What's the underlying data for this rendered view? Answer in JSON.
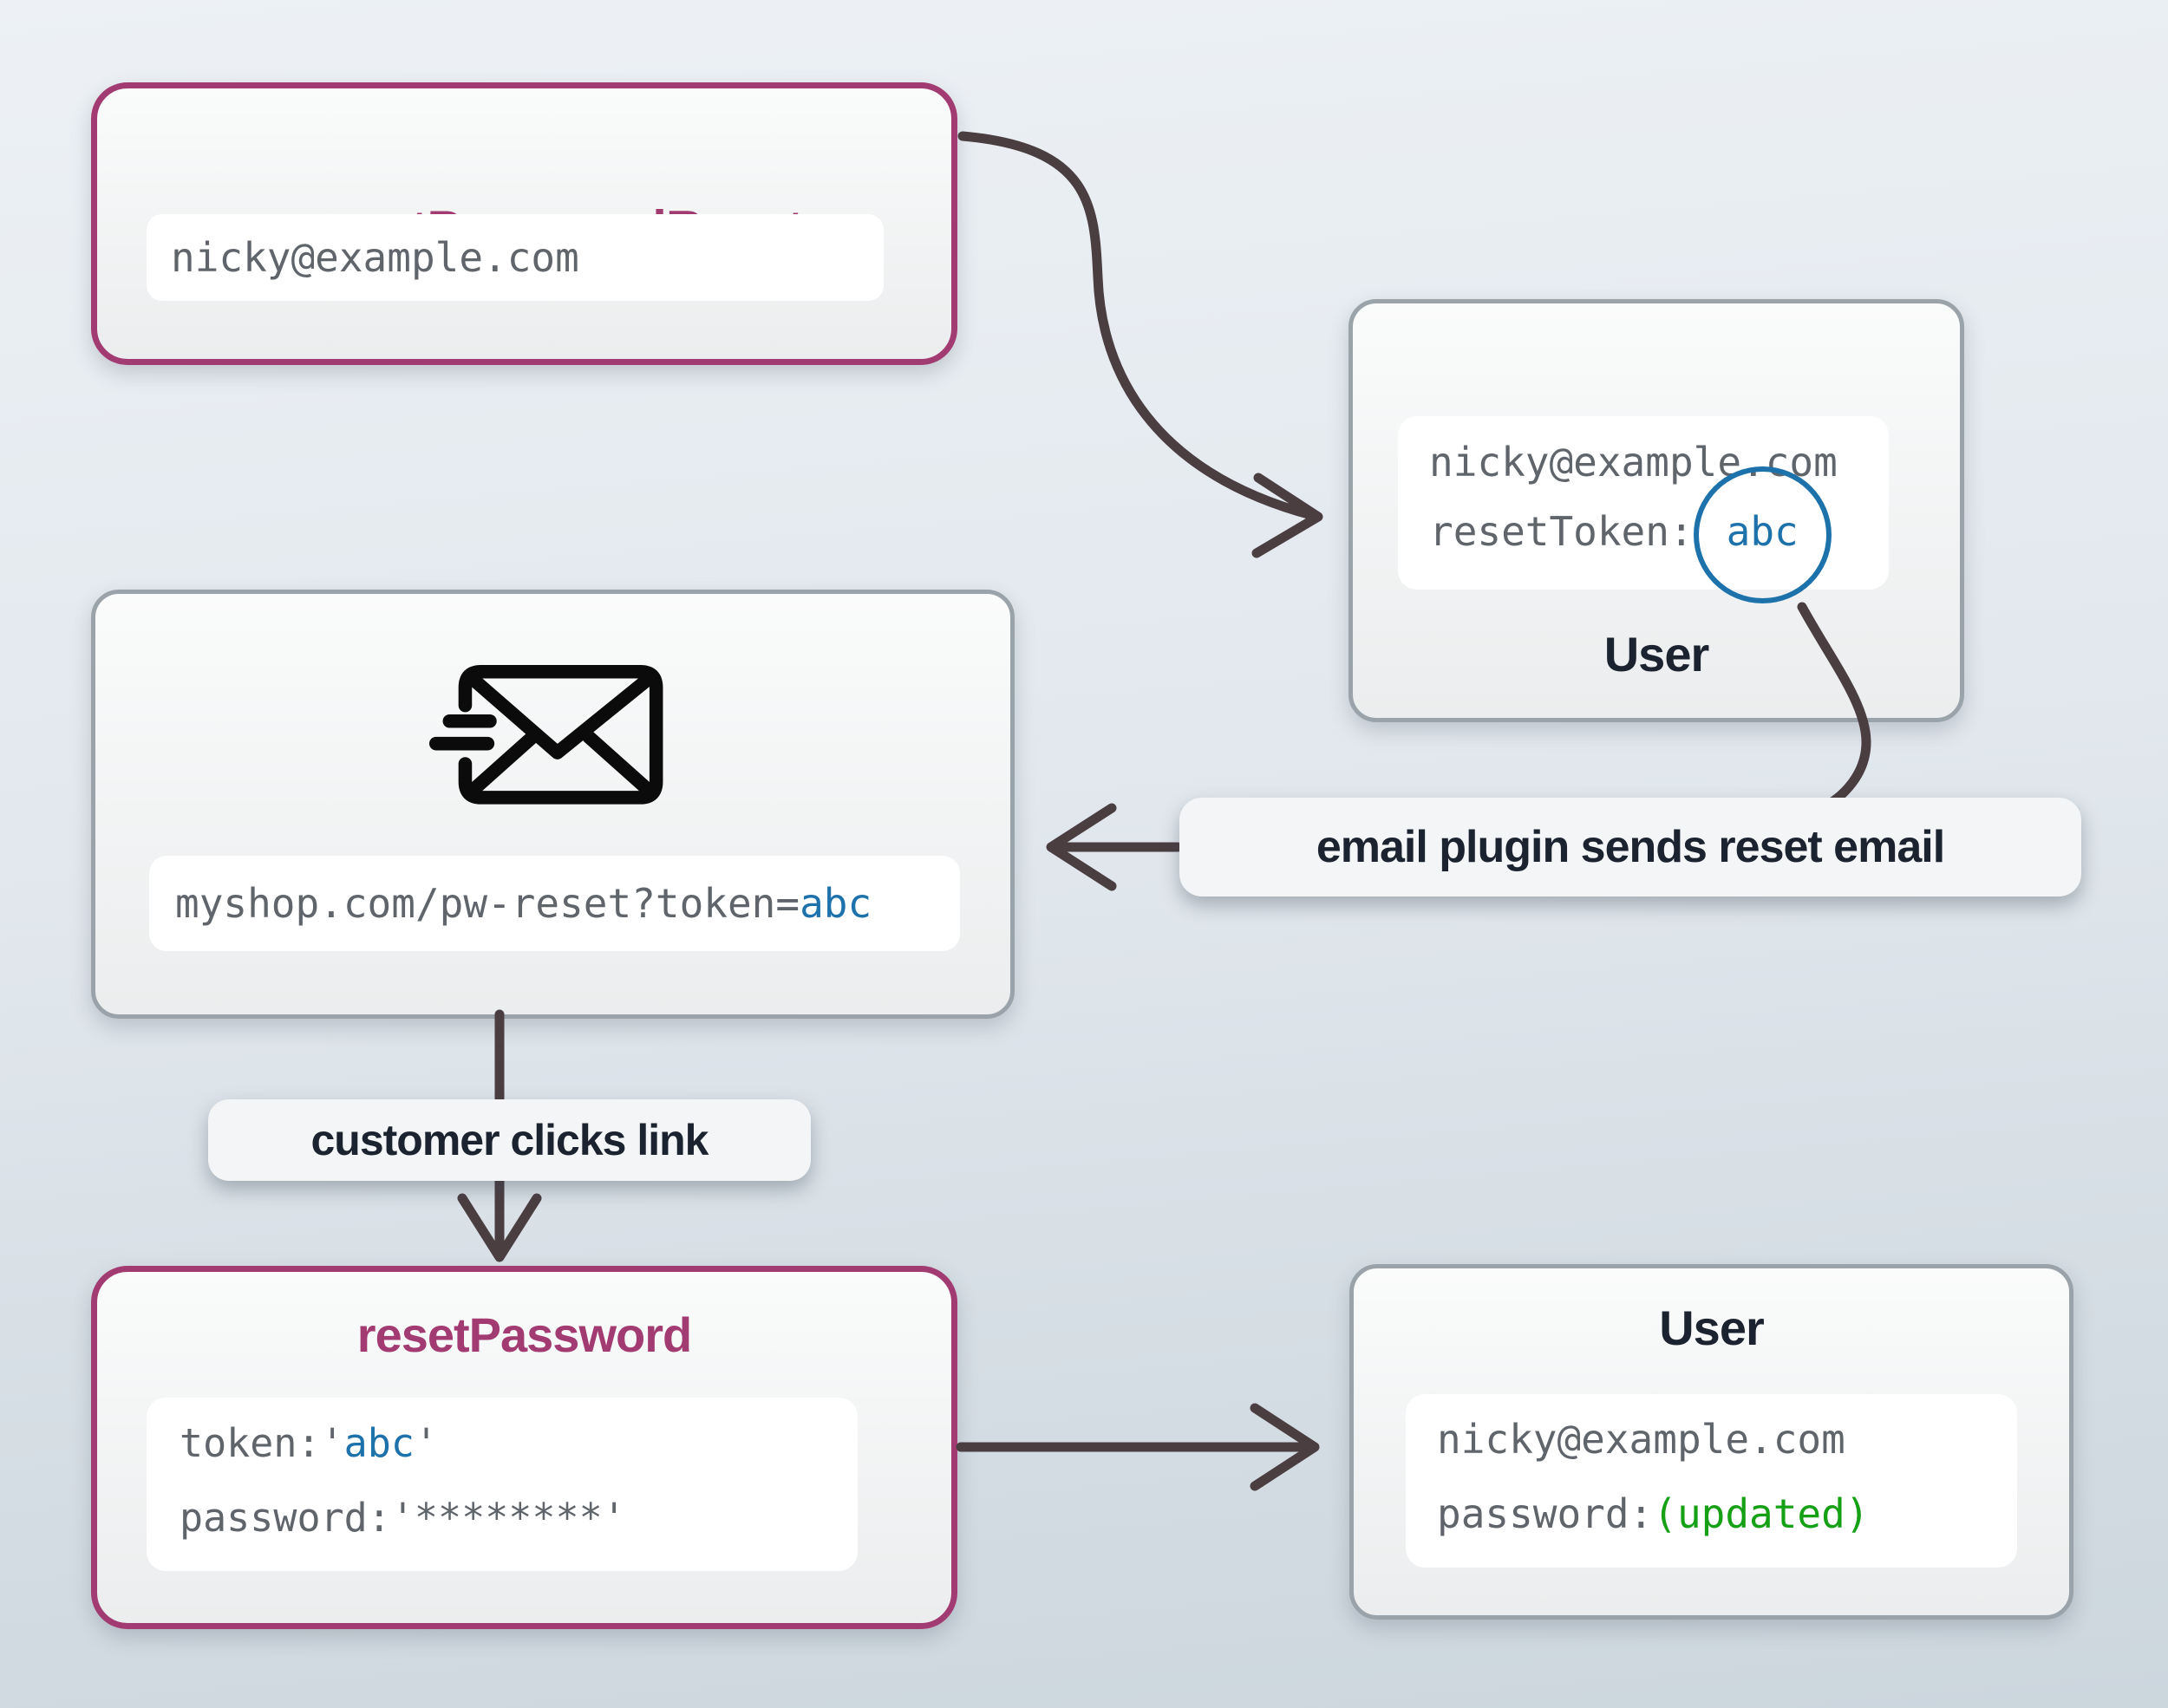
{
  "colors": {
    "accent_purple": "#a23b72",
    "accent_blue": "#1e72ac",
    "accent_green": "#15a015",
    "text_dark": "#1c2330",
    "text_gray": "#5f656b",
    "arrow": "#4a3e41",
    "border_gray": "#9aa3a9",
    "panel_white": "#ffffff"
  },
  "icons": {
    "email": "sending-email-envelope-icon"
  },
  "request_reset": {
    "title": "requestPasswordReset",
    "email": "nicky@example.com"
  },
  "user_top": {
    "title": "User",
    "email": "nicky@example.com",
    "token_label": "resetToken:",
    "token_value": "abc"
  },
  "email_card": {
    "url_prefix": "myshop.com/pw-reset?token=",
    "url_token": "abc"
  },
  "labels": {
    "email_plugin": "email plugin sends reset email",
    "customer_clicks": "customer clicks link"
  },
  "reset_password": {
    "title": "resetPassword",
    "token_label": "token: ",
    "quote_open": "'",
    "token_value": "abc",
    "quote_close": "'",
    "password_label": "password: ",
    "password_value": "'********'"
  },
  "user_bottom": {
    "title": "User",
    "email": "nicky@example.com",
    "password_label": "password: ",
    "password_value": "(updated)"
  }
}
